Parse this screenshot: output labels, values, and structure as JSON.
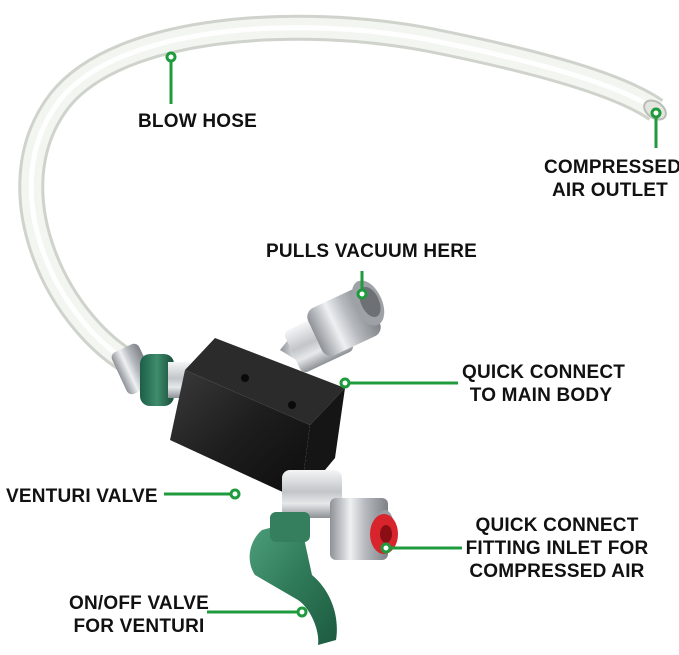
{
  "colors": {
    "callout_line": "#1f9a3c",
    "hose": "#eef1ea",
    "body": "#1c1c1c",
    "lever": "#2e7d5b",
    "inlet": "#d8242c",
    "chrome": "#c9ccd0",
    "brass_nickel": "#b9bcc0"
  },
  "labels": {
    "blow_hose": "BLOW HOSE",
    "compressed_air_outlet": [
      "COMPRESSED",
      "AIR OUTLET"
    ],
    "pulls_vacuum_here": "PULLS VACUUM HERE",
    "quick_connect_main": [
      "QUICK CONNECT",
      "TO MAIN BODY"
    ],
    "venturi_valve": "VENTURI VALVE",
    "quick_connect_inlet": [
      "QUICK CONNECT",
      "FITTING INLET FOR",
      "COMPRESSED AIR"
    ],
    "on_off_valve": [
      "ON/OFF VALVE",
      "FOR VENTURI"
    ]
  }
}
